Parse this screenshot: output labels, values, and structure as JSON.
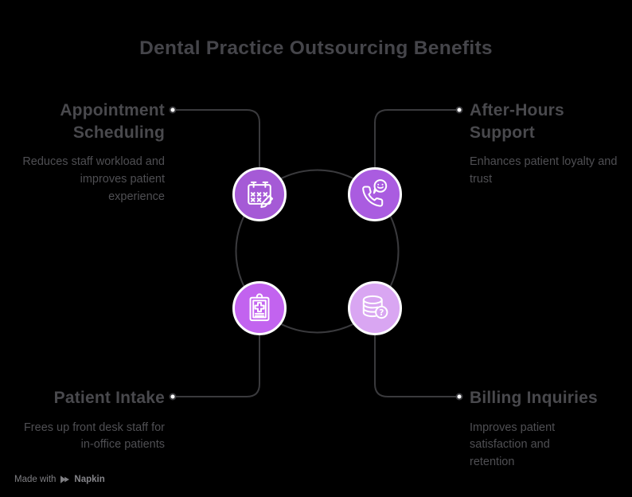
{
  "title": "Dental Practice Outsourcing Benefits",
  "watermark": {
    "prefix": "Made with",
    "brand": "Napkin"
  },
  "colors": {
    "background": "#000000",
    "title_text": "#45454a",
    "heading_text": "#49494d",
    "description_text": "#4f4f53",
    "connector_line": "#3a3a3d",
    "connector_dot_fill": "#ffffff",
    "badge_ring": "#ffffff",
    "icon_stroke": "#ffffff",
    "watermark_text": "#7f7f83"
  },
  "sections": [
    {
      "id": "appointment-scheduling",
      "heading": "Appointment Scheduling",
      "description": "Reduces staff workload and improves patient experience",
      "icon": "calendar-pencil-icon",
      "icon_color": "#a55ad6",
      "position": "top-left"
    },
    {
      "id": "after-hours-support",
      "heading": "After-Hours Support",
      "description": "Enhances patient loyalty and trust",
      "icon": "phone-chat-smiley-icon",
      "icon_color": "#aa5ce0",
      "position": "top-right"
    },
    {
      "id": "patient-intake",
      "heading": "Patient Intake",
      "description": "Frees up front desk staff for in-office patients",
      "icon": "clipboard-medical-cross-icon",
      "icon_color": "#c263ef",
      "position": "bottom-left"
    },
    {
      "id": "billing-inquiries",
      "heading": "Billing Inquiries",
      "description": "Improves patient satisfaction and retention",
      "icon": "database-question-icon",
      "icon_color": "#d9a6f2",
      "position": "bottom-right"
    }
  ]
}
